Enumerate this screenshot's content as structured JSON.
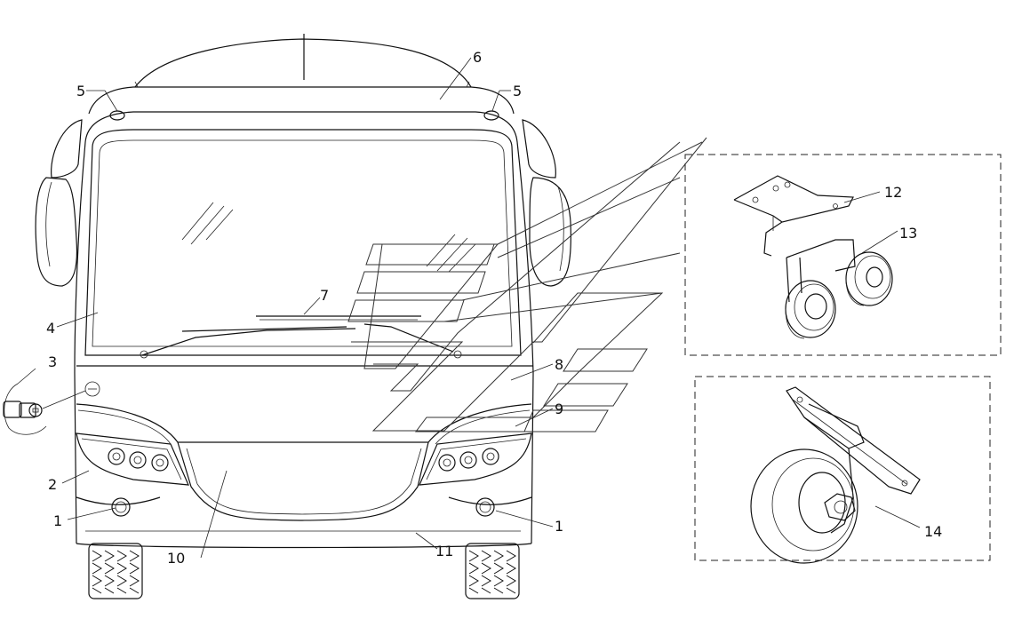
{
  "diagram": {
    "callouts": {
      "c1_left": "1",
      "c1_right": "1",
      "c2": "2",
      "c3": "3",
      "c4": "4",
      "c5_left": "5",
      "c5_right": "5",
      "c6": "6",
      "c7": "7",
      "c8": "8",
      "c9": "9",
      "c10": "10",
      "c11": "11",
      "c12": "12",
      "c13": "13",
      "c14": "14"
    }
  }
}
